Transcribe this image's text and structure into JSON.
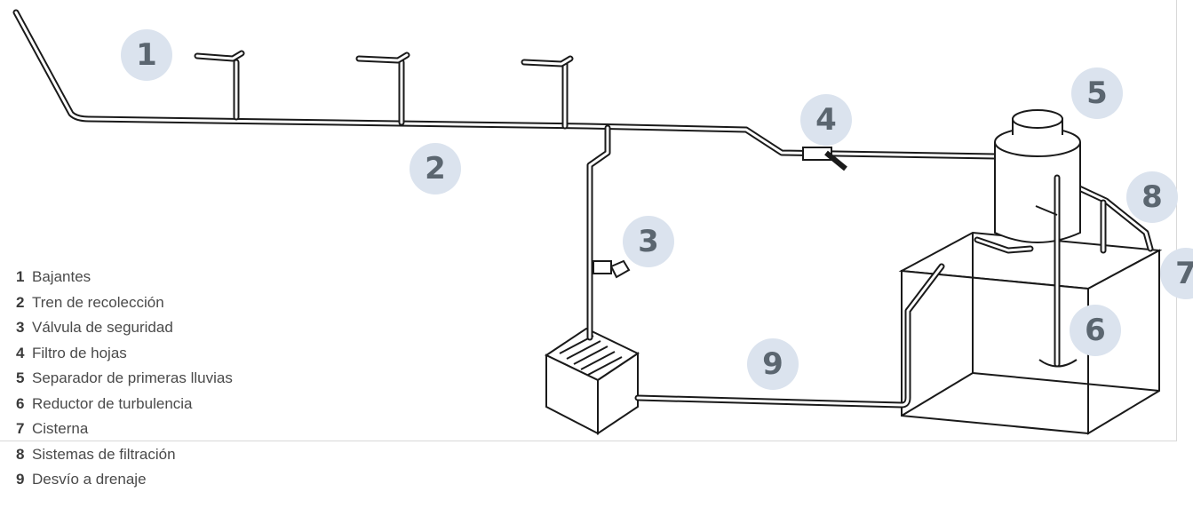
{
  "badges": [
    {
      "number": "1",
      "label": "Bajantes"
    },
    {
      "number": "2",
      "label": "Tren de recolección"
    },
    {
      "number": "3",
      "label": "Válvula de seguridad"
    },
    {
      "number": "4",
      "label": "Filtro de hojas"
    },
    {
      "number": "5",
      "label": "Separador de primeras lluvias"
    },
    {
      "number": "6",
      "label": "Reductor de turbulencia"
    },
    {
      "number": "7",
      "label": "Cisterna"
    },
    {
      "number": "8",
      "label": "Sistemas de filtración"
    },
    {
      "number": "9",
      "label": "Desvío a drenaje"
    }
  ],
  "colors": {
    "badge_fill": "#dbe3ee",
    "badge_text": "#5b6670",
    "line": "#1a1a1a"
  }
}
